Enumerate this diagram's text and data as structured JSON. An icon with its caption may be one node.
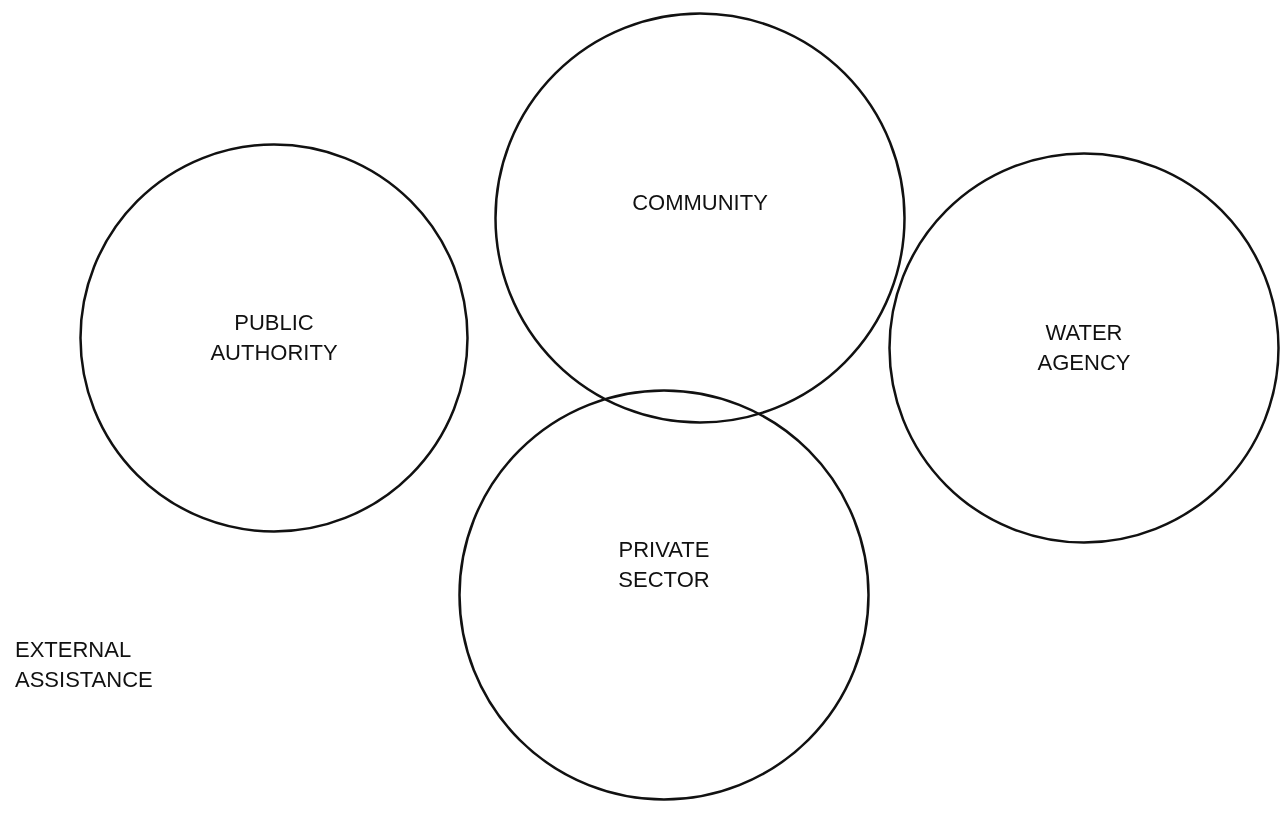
{
  "diagram": {
    "nodes": [
      {
        "text": [
          "COMMUNITY"
        ]
      },
      {
        "text": [
          "PUBLIC AUTHORITY"
        ]
      },
      {
        "text": [
          "WATER AGENCY"
        ]
      },
      {
        "text": [
          "PRIVATE SECTOR"
        ]
      }
    ],
    "labels": [
      "EXTERNAL ASSISTANCE"
    ]
  }
}
